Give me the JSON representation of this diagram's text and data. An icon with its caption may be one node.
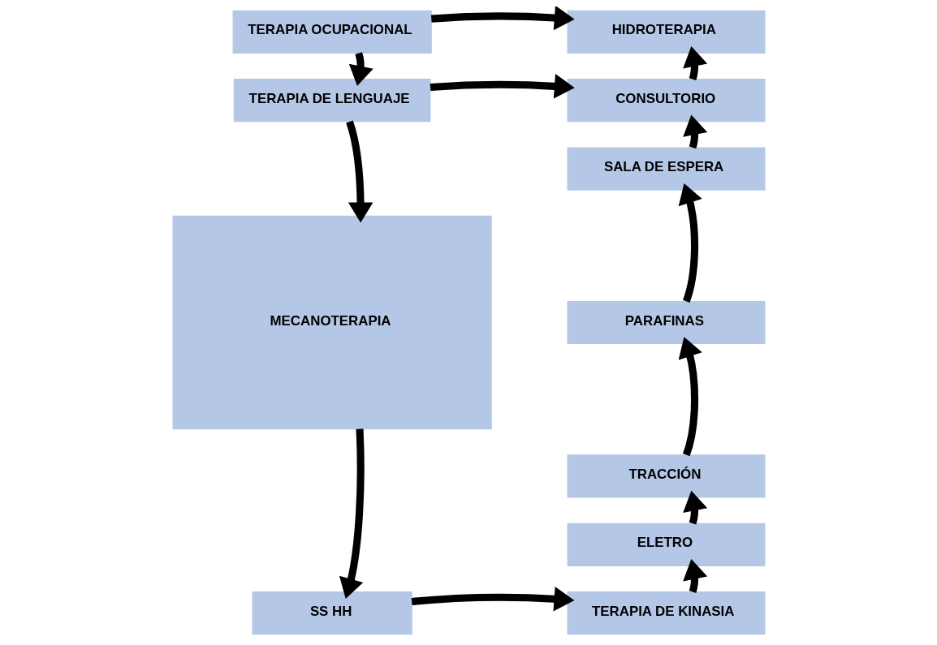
{
  "diagram": {
    "nodes": [
      {
        "text": [
          "TERAPIA OCUPACIONAL"
        ]
      },
      {
        "text": [
          "HIDROTERAPIA"
        ]
      },
      {
        "text": [
          "TERAPIA DE LENGUAJE"
        ]
      },
      {
        "text": [
          "CONSULTORIO"
        ]
      },
      {
        "text": [
          "SALA DE ESPERA"
        ]
      },
      {
        "text": [
          "MECANOTERAPIA"
        ]
      },
      {
        "text": [
          "PARAFINAS"
        ]
      },
      {
        "text": [
          "TRACCIÓN"
        ]
      },
      {
        "text": [
          "ELETRO"
        ]
      },
      {
        "text": [
          "SS HH"
        ]
      },
      {
        "text": [
          "TERAPIA DE KINASIA"
        ]
      }
    ],
    "edges": [
      {
        "from": 0,
        "to": 1,
        "arrow": "to"
      },
      {
        "from": 0,
        "to": 2,
        "arrow": "to"
      },
      {
        "from": 2,
        "to": 3,
        "arrow": "to"
      },
      {
        "from": 2,
        "to": 5,
        "arrow": "to"
      },
      {
        "from": 5,
        "to": 9,
        "arrow": "to"
      },
      {
        "from": 9,
        "to": 10,
        "arrow": "to"
      },
      {
        "from": 10,
        "to": 8,
        "arrow": "to"
      },
      {
        "from": 8,
        "to": 7,
        "arrow": "to"
      },
      {
        "from": 7,
        "to": 6,
        "arrow": "to"
      },
      {
        "from": 6,
        "to": 4,
        "arrow": "to"
      },
      {
        "from": 4,
        "to": 3,
        "arrow": "to"
      },
      {
        "from": 3,
        "to": 1,
        "arrow": "to"
      }
    ]
  }
}
